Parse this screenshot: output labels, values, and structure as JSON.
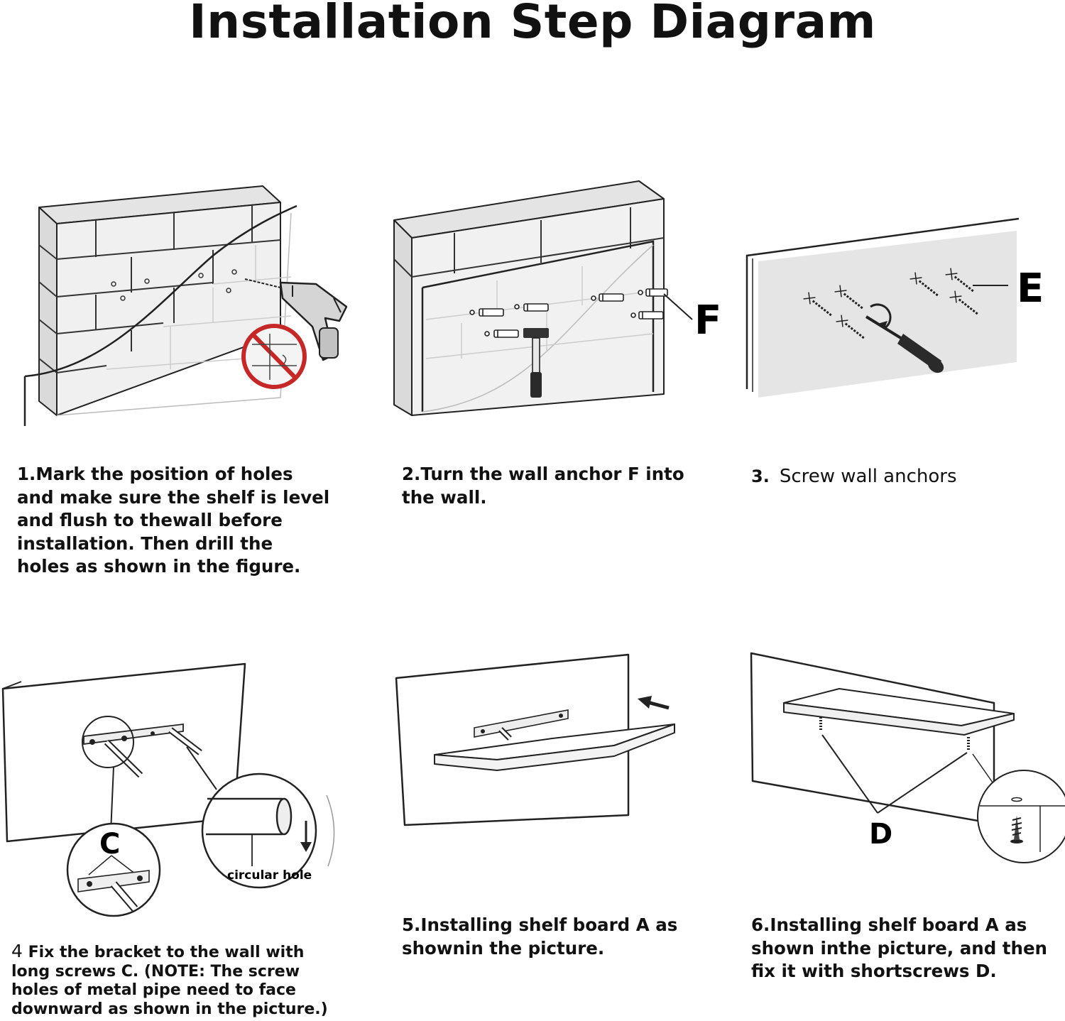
{
  "title": "Installation Step Diagram",
  "steps": [
    {
      "caption_lines": [
        "1.Mark the position of holes",
        "and make sure the shelf is level",
        "and flush to thewall before",
        "installation. Then drill the",
        "holes as shown in the figure."
      ]
    },
    {
      "caption_lines": [
        "2.Turn the wall anchor F into",
        "the wall."
      ],
      "part_label": "F"
    },
    {
      "number": "3.",
      "text": "Screw wall anchors",
      "part_label": "E"
    },
    {
      "number": "4",
      "caption_lines": [
        "Fix the bracket to the wall with",
        "long screws C. (NOTE: The screw",
        "holes of metal pipe need to face",
        "downward as shown in the picture.)"
      ],
      "part_label": "C",
      "callout": "circular hole"
    },
    {
      "caption_lines": [
        "5.Installing shelf board A as",
        "shownin the picture."
      ]
    },
    {
      "caption_lines": [
        "6.Installing shelf board A as",
        "shown inthe picture, and then",
        "fix it with shortscrews D."
      ],
      "part_label": "D"
    }
  ]
}
